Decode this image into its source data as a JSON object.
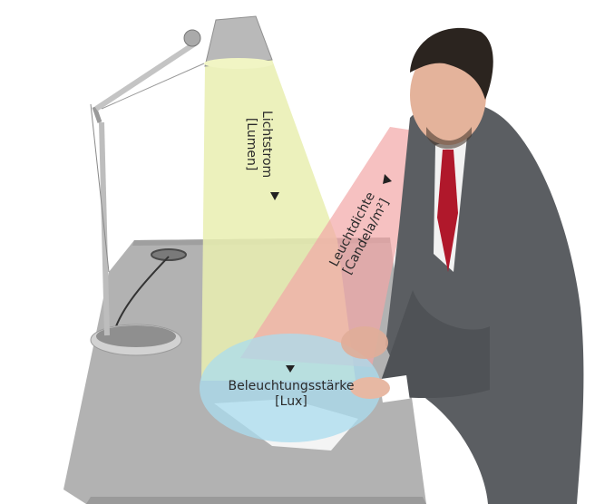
{
  "labels": {
    "luminous_flux": {
      "line1": "Lichtstrom",
      "line2": "[Lumen]"
    },
    "luminance": {
      "line1": "Leuchtdichte",
      "line2": "[Candela/m²]"
    },
    "illuminance": {
      "line1": "Beleuchtungsstärke",
      "line2": "[Lux]"
    }
  },
  "colors": {
    "light_cone": "#e9efb0",
    "luminance_cone": "#f2a7a6",
    "illuminance_area": "#a9dcef",
    "table": "#a9a9a9",
    "suit": "#5b5e62",
    "tie": "#b0182b"
  }
}
